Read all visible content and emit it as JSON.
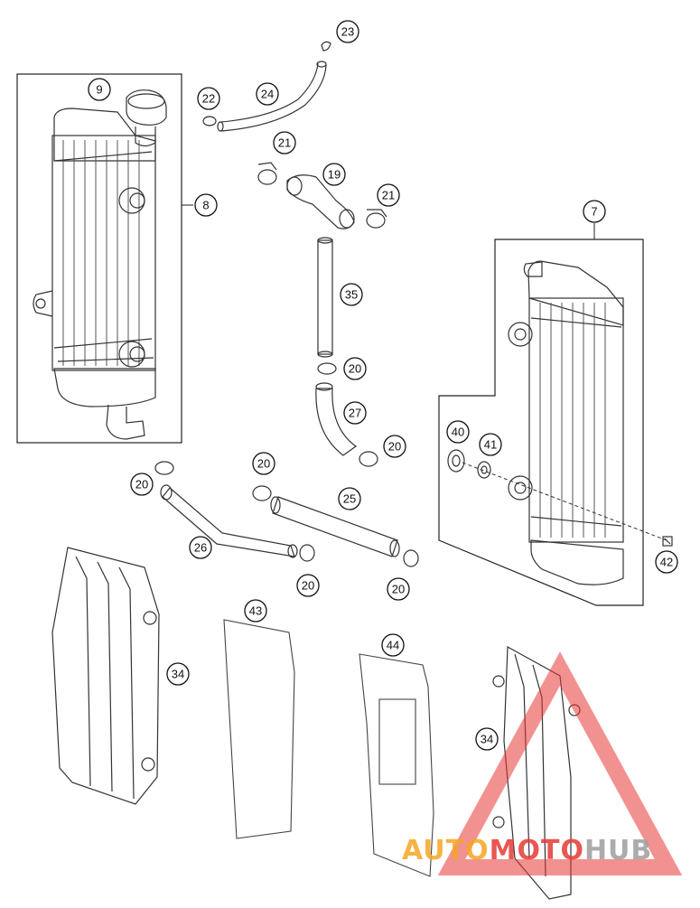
{
  "diagram": {
    "callouts": [
      {
        "id": "c9",
        "label": "9"
      },
      {
        "id": "c8",
        "label": "8"
      },
      {
        "id": "c22",
        "label": "22"
      },
      {
        "id": "c24",
        "label": "24"
      },
      {
        "id": "c23",
        "label": "23"
      },
      {
        "id": "c21a",
        "label": "21"
      },
      {
        "id": "c19",
        "label": "19"
      },
      {
        "id": "c21b",
        "label": "21"
      },
      {
        "id": "c7",
        "label": "7"
      },
      {
        "id": "c35",
        "label": "35"
      },
      {
        "id": "c20a",
        "label": "20"
      },
      {
        "id": "c27",
        "label": "27"
      },
      {
        "id": "c20b",
        "label": "20"
      },
      {
        "id": "c40",
        "label": "40"
      },
      {
        "id": "c41",
        "label": "41"
      },
      {
        "id": "c20c",
        "label": "20"
      },
      {
        "id": "c20d",
        "label": "20"
      },
      {
        "id": "c25",
        "label": "25"
      },
      {
        "id": "c26",
        "label": "26"
      },
      {
        "id": "c20e",
        "label": "20"
      },
      {
        "id": "c20f",
        "label": "20"
      },
      {
        "id": "c42",
        "label": "42"
      },
      {
        "id": "c43",
        "label": "43"
      },
      {
        "id": "c44",
        "label": "44"
      },
      {
        "id": "c34a",
        "label": "34"
      },
      {
        "id": "c34b",
        "label": "34"
      }
    ]
  },
  "watermark": {
    "part1": "AUTO",
    "part2": "MOTO",
    "part3": "HUB",
    "color_orange": "#f5a623",
    "color_red": "#e53935",
    "color_gray": "#9e9e9e"
  }
}
